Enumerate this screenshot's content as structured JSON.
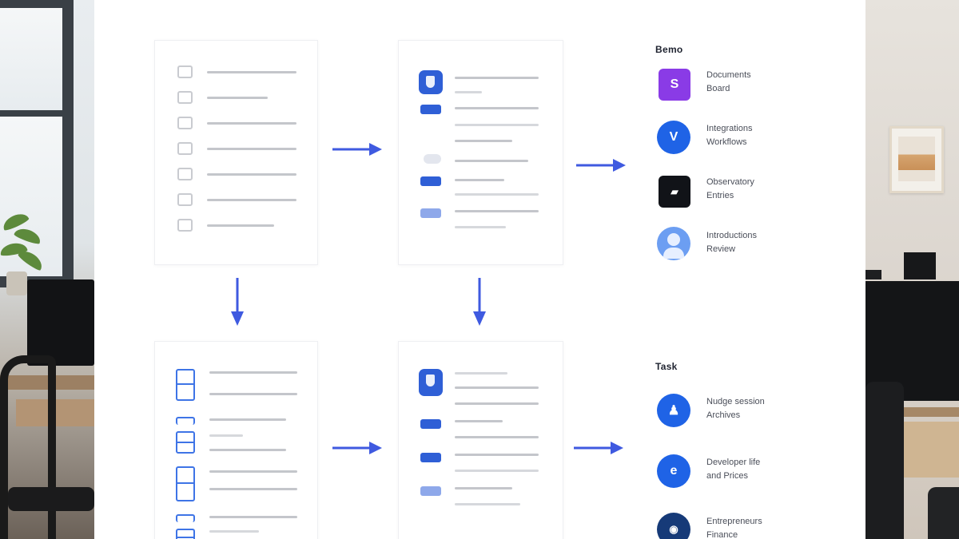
{
  "diagram": {
    "top_section": {
      "header": "Bemo",
      "entries": [
        {
          "title": "Documents",
          "subtitle": "Board",
          "icon": "purple-app-icon",
          "color": "#8a3be6"
        },
        {
          "title": "Integrations",
          "subtitle": "Workflows",
          "icon": "blue-v-icon",
          "color": "#1f63e6"
        },
        {
          "title": "Observatory",
          "subtitle": "Entries",
          "icon": "dark-card-icon",
          "color": "#111318"
        },
        {
          "title": "Introductions",
          "subtitle": "Review",
          "icon": "profile-avatar-icon",
          "color": "#6c9ef2"
        }
      ]
    },
    "bottom_section": {
      "header": "Task",
      "entries": [
        {
          "title": "Nudge session",
          "subtitle": "Archives",
          "icon": "blue-person-icon",
          "color": "#1f63e6"
        },
        {
          "title": "Developer life",
          "subtitle": "and Prices",
          "icon": "blue-e-icon",
          "color": "#1f63e6"
        },
        {
          "title": "Entrepreneurs",
          "subtitle": "Finance",
          "icon": "navy-badge-icon",
          "color": "#163a78"
        }
      ]
    }
  },
  "colors": {
    "accent": "#3f5ae0",
    "icon_blue": "#2f5fd6",
    "checkbox_border": "#c9cbd0",
    "text_line": "#c4c6cb"
  }
}
